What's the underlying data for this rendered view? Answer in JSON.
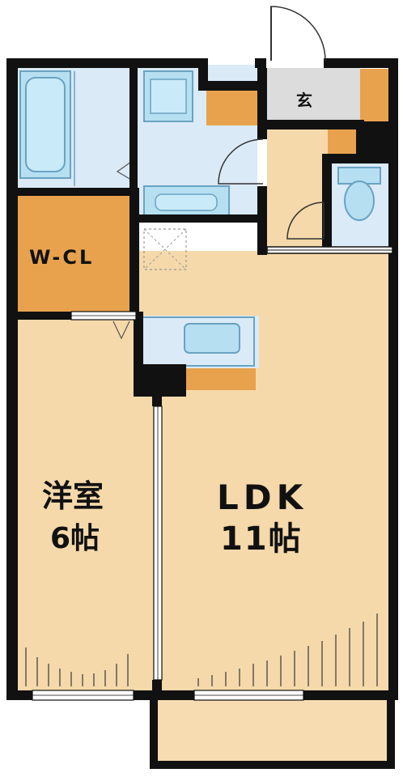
{
  "rooms": {
    "entrance": {
      "label": "玄"
    },
    "walk_in_closet": {
      "label": "W-CL"
    },
    "western_room": {
      "label_line1": "洋室",
      "label_line2": "6帖"
    },
    "ldk": {
      "label_line1": "LDK",
      "label_line2": "11帖"
    }
  },
  "colors": {
    "wall": "#111111",
    "floor_wood": "#f5d9aa",
    "wet_area": "#daeaf7",
    "fixture": "#b6e0f2",
    "cabinet": "#e8a24d",
    "entrance_floor": "#dcdcdc",
    "balcony": "#f6dcb0"
  }
}
